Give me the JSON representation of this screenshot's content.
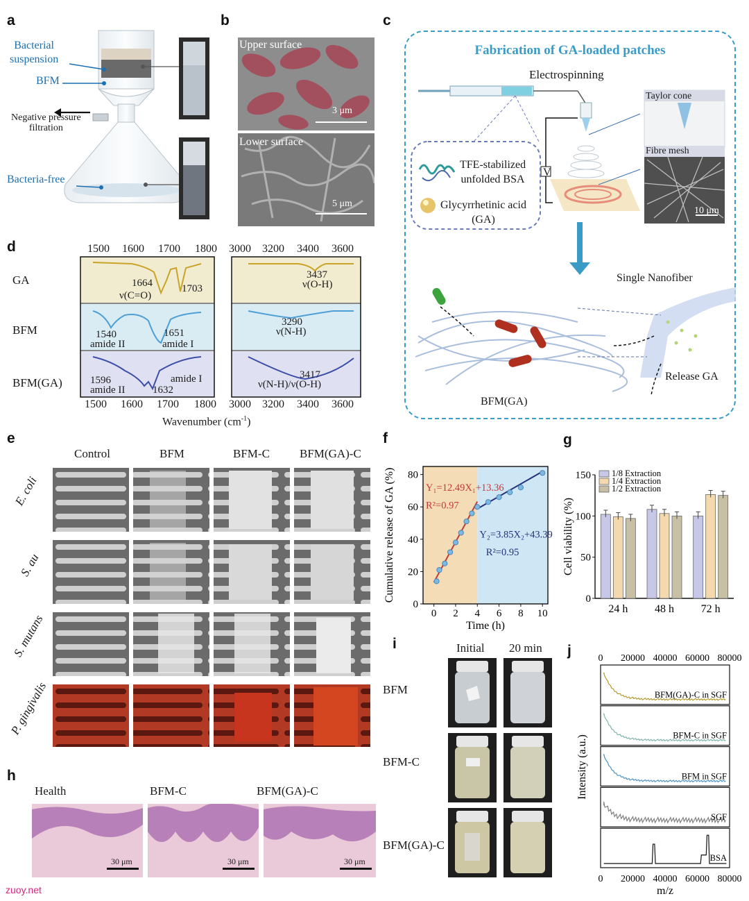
{
  "panels": {
    "a": {
      "label": "a",
      "bacterial_suspension": "Bacterial\nsuspension",
      "bfm": "BFM",
      "negative_pressure": "Negative pressure\nfiltration",
      "bacteria_free": "Bacteria-free"
    },
    "b": {
      "label": "b",
      "upper_surface": "Upper surface",
      "lower_surface": "Lower surface",
      "scale_upper": "3 μm",
      "scale_lower": "5 μm"
    },
    "c": {
      "label": "c",
      "title": "Fabrication of GA-loaded patches",
      "electrospinning": "Electrospinning",
      "taylor_cone": "Taylor cone",
      "fibre_mesh": "Fibre mesh",
      "scale_mesh": "10 μm",
      "tfe_bsa": "TFE-stabilized\nunfolded BSA",
      "ga": "Glycyrrhetinic acid\n(GA)",
      "single_nanofiber": "Single Nanofiber",
      "release_ga": "Release GA",
      "bfm_ga": "BFM(GA)",
      "voltage": "V"
    },
    "d": {
      "label": "d",
      "rows": [
        "GA",
        "BFM",
        "BFM(GA)"
      ],
      "xaxis_left": [
        "1500",
        "1600",
        "1700",
        "1800"
      ],
      "xaxis_right": [
        "3000",
        "3200",
        "3400",
        "3600"
      ],
      "xlabel": "Wavenumber (cm",
      "xlabel_sup": "-1",
      "xlabel_end": ")",
      "ga_left_1": "1664",
      "ga_left_1b": "ν(C=O)",
      "ga_left_2": "1703",
      "ga_right": "3437",
      "ga_right_b": "ν(O-H)",
      "bfm_left_1": "1540",
      "bfm_left_1b": "amide II",
      "bfm_left_2": "1651",
      "bfm_left_2b": "amide I",
      "bfm_right": "3290",
      "bfm_right_b": "ν(N-H)",
      "bfmga_left_1": "1596",
      "bfmga_left_1b": "amide II",
      "bfmga_left_2": "amide I",
      "bfmga_left_3": "1632",
      "bfmga_right": "3417",
      "bfmga_right_b": "ν(N-H)/ν(O-H)"
    },
    "e": {
      "label": "e",
      "columns": [
        "Control",
        "BFM",
        "BFM-C",
        "BFM(GA)-C"
      ],
      "rows": [
        "E. coli",
        "S. au",
        "S. mutans",
        "P. gingivalis"
      ]
    },
    "h": {
      "label": "h",
      "columns": [
        "Health",
        "BFM-C",
        "BFM(GA)-C"
      ],
      "scale": "30 μm"
    },
    "i": {
      "label": "i",
      "columns": [
        "Initial",
        "20 min"
      ],
      "rows": [
        "BFM",
        "BFM-C",
        "BFM(GA)-C"
      ]
    },
    "f": {
      "label": "f"
    },
    "g": {
      "label": "g"
    },
    "j": {
      "label": "j"
    }
  },
  "chart_data": [
    {
      "panel": "f",
      "type": "scatter",
      "xlabel": "Time (h)",
      "ylabel": "Cumulative release of GA (%)",
      "xlim": [
        -1,
        10.5
      ],
      "ylim": [
        0,
        85
      ],
      "xticks": [
        "0",
        "2",
        "4",
        "6",
        "8",
        "10"
      ],
      "yticks": [
        "0",
        "20",
        "40",
        "60",
        "80"
      ],
      "x": [
        0.25,
        0.5,
        1.0,
        1.5,
        2.0,
        2.5,
        3.0,
        3.5,
        4.0,
        5.0,
        6.0,
        7.0,
        8.0,
        10.0
      ],
      "y": [
        14,
        21,
        25,
        32,
        38,
        44,
        51,
        56,
        60,
        63,
        66,
        69,
        72,
        81
      ],
      "fit1": {
        "equation": "Y₁=12.49X₁+13.36",
        "r2": "R²=0.97",
        "x": [
          0,
          4
        ],
        "y": [
          13.36,
          63.32
        ]
      },
      "fit2": {
        "equation": "Y₂=3.85X₂+43.39",
        "r2": "R²=0.95",
        "x": [
          4,
          10
        ],
        "y": [
          58.79,
          81.89
        ]
      },
      "regions": [
        {
          "from": -1,
          "to": 4,
          "color": "#f3dcb6"
        },
        {
          "from": 4,
          "to": 10.5,
          "color": "#cfe7f5"
        }
      ]
    },
    {
      "panel": "g",
      "type": "bar",
      "ylabel": "Cell viability (%)",
      "ylim": [
        0,
        150
      ],
      "yticks": [
        "0",
        "50",
        "100",
        "150"
      ],
      "categories": [
        "24 h",
        "48 h",
        "72 h"
      ],
      "legend_position": "top-left",
      "series": [
        {
          "name": "1/8 Extraction",
          "values": [
            102,
            108,
            100
          ],
          "color": "#c7c8e8"
        },
        {
          "name": "1/4 Extraction",
          "values": [
            99,
            103,
            126
          ],
          "color": "#f3d9ad"
        },
        {
          "name": "1/2 Extraction",
          "values": [
            97,
            100,
            125
          ],
          "color": "#c8c0a4"
        }
      ]
    },
    {
      "panel": "j",
      "type": "line",
      "xlabel": "m/z",
      "ylabel": "Intensity (a.u.)",
      "xlim": [
        0,
        80000
      ],
      "xticks": [
        "0",
        "20000",
        "40000",
        "60000",
        "80000"
      ],
      "series": [
        {
          "name": "BFM(GA)-C in SGF",
          "color": "#b69a2a"
        },
        {
          "name": "BFM-C in SGF",
          "color": "#7fb4ad"
        },
        {
          "name": "BFM in SGF",
          "color": "#4d94c6"
        },
        {
          "name": "SGF",
          "color": "#808080"
        },
        {
          "name": "BSA",
          "color": "#111111"
        }
      ]
    }
  ],
  "watermark": "zuoy.net"
}
